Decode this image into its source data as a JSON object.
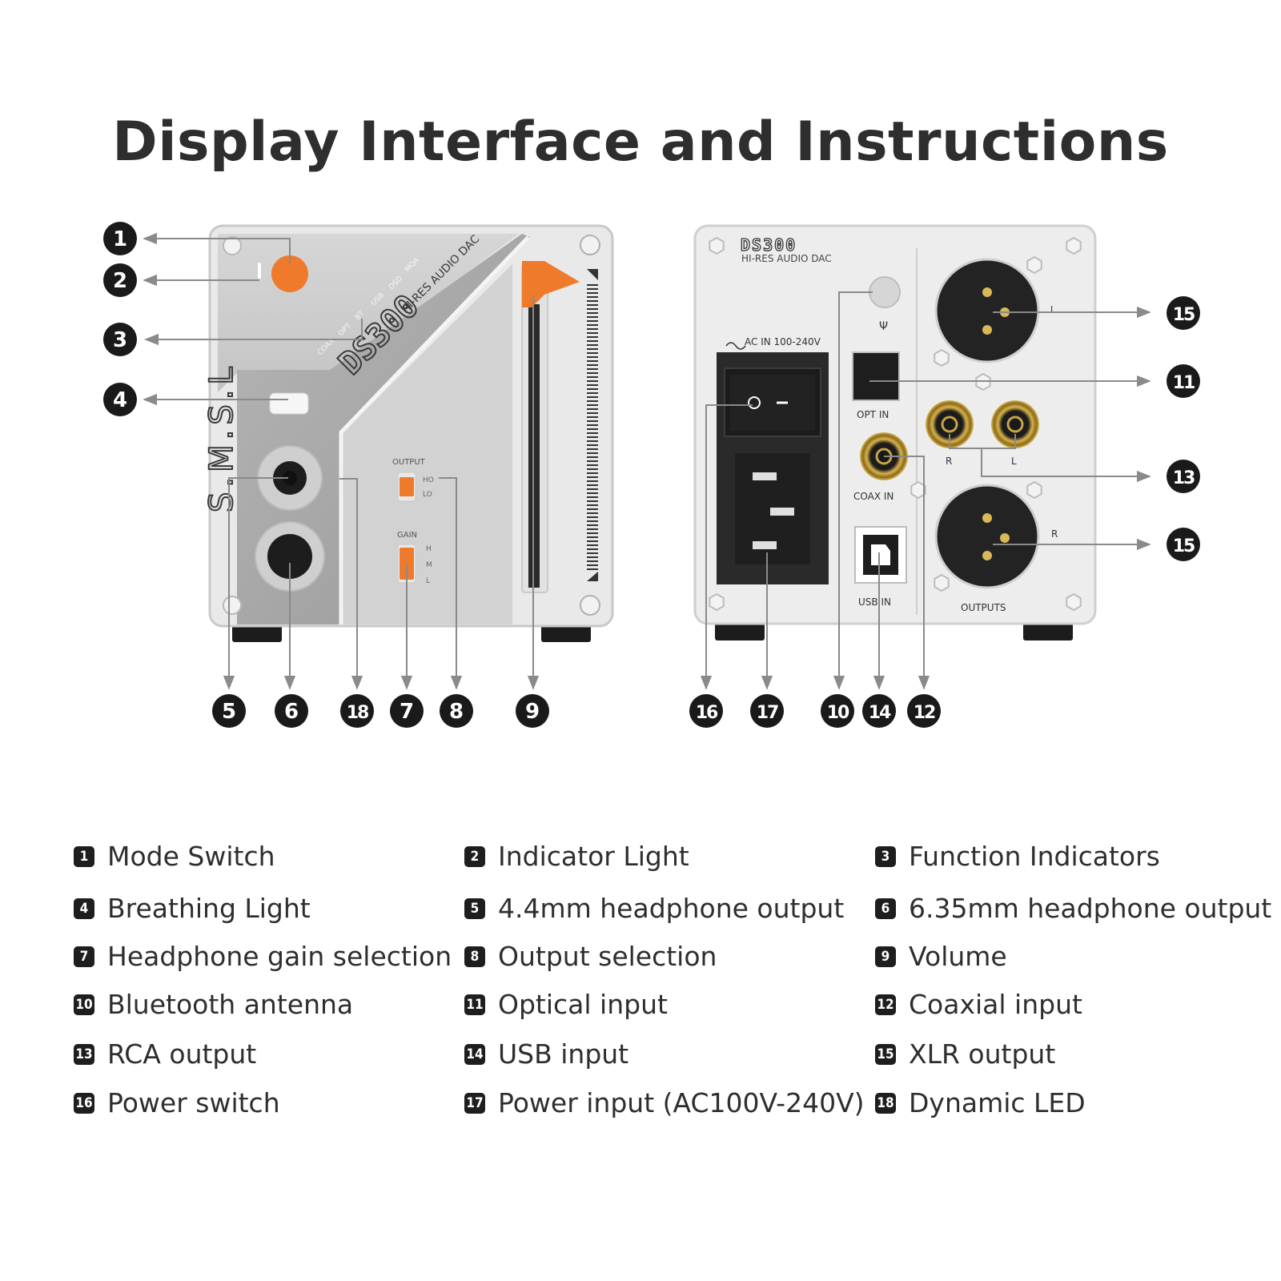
{
  "title": "Display Interface and Instructions",
  "front_panel": {
    "model": "DS300",
    "subtitle": "HI-RES AUDIO DAC",
    "brand": "S.M.S.L",
    "function_labels": [
      "COAX",
      "OPT",
      "BT",
      "USB",
      "DSD",
      "MQA"
    ],
    "output_label": "OUTPUT",
    "output_options": [
      "HO",
      "LO"
    ],
    "gain_label": "GAIN",
    "gain_options": [
      "H",
      "M",
      "L"
    ]
  },
  "rear_panel": {
    "model": "DS300",
    "subtitle": "HI-RES AUDIO DAC",
    "ac_label": "AC IN 100-240V",
    "opt_label": "OPT IN",
    "coax_label": "COAX IN",
    "usb_label": "USB IN",
    "outputs_label": "OUTPUTS",
    "rca_r": "R",
    "rca_l": "L",
    "xlr_top_label": "L",
    "xlr_bottom_label": "R"
  },
  "callouts": [
    "1",
    "2",
    "3",
    "4",
    "5",
    "6",
    "18",
    "7",
    "8",
    "9",
    "16",
    "17",
    "10",
    "14",
    "12",
    "15",
    "11",
    "13",
    "15"
  ],
  "legend": [
    {
      "num": "1",
      "text": "Mode Switch"
    },
    {
      "num": "2",
      "text": "Indicator Light"
    },
    {
      "num": "3",
      "text": "Function Indicators"
    },
    {
      "num": "4",
      "text": "Breathing Light"
    },
    {
      "num": "5",
      "text": "4.4mm headphone output"
    },
    {
      "num": "6",
      "text": "6.35mm headphone output"
    },
    {
      "num": "7",
      "text": "Headphone gain selection"
    },
    {
      "num": "8",
      "text": "Output selection"
    },
    {
      "num": "9",
      "text": "Volume"
    },
    {
      "num": "10",
      "text": "Bluetooth antenna"
    },
    {
      "num": "11",
      "text": "Optical input"
    },
    {
      "num": "12",
      "text": "Coaxial input"
    },
    {
      "num": "13",
      "text": "RCA output"
    },
    {
      "num": "14",
      "text": "USB input"
    },
    {
      "num": "15",
      "text": "XLR output"
    },
    {
      "num": "16",
      "text": "Power switch"
    },
    {
      "num": "17",
      "text": "Power input (AC100V-240V)"
    },
    {
      "num": "18",
      "text": "Dynamic LED"
    }
  ],
  "colors": {
    "accent": "#f07a2c",
    "callout": "#1a1a1a",
    "panel": "#e6e6e6",
    "panel_dark": "#a5a5a5",
    "arrow": "#8a8a8a"
  }
}
